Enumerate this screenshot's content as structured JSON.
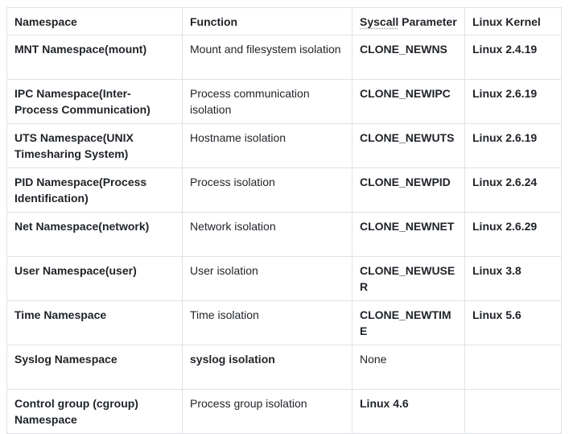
{
  "table": {
    "headers": {
      "namespace": "Namespace",
      "function": "Function",
      "syscall_word": "Syscall",
      "syscall_rest": " Parameter",
      "kernel": "Linux Kernel"
    },
    "rows": [
      {
        "namespace": "MNT Namespace(mount)",
        "function": "Mount and filesystem isolation",
        "syscall": "CLONE_NEWNS",
        "kernel": "Linux 2.4.19"
      },
      {
        "namespace": "IPC Namespace(Inter-Process Communication)",
        "function": "Process communication isolation",
        "syscall": "CLONE_NEWIPC",
        "kernel": "Linux 2.6.19"
      },
      {
        "namespace": "UTS Namespace(UNIX Timesharing System)",
        "function": "Hostname isolation",
        "syscall": "CLONE_NEWUTS",
        "kernel": "Linux 2.6.19"
      },
      {
        "namespace": "PID Namespace(Process Identification)",
        "function": "Process isolation",
        "syscall": "CLONE_NEWPID",
        "kernel": "Linux 2.6.24"
      },
      {
        "namespace": "Net Namespace(network)",
        "function": "Network isolation",
        "syscall": "CLONE_NEWNET",
        "kernel": "Linux 2.6.29"
      },
      {
        "namespace": "User Namespace(user)",
        "function": "User isolation",
        "syscall": "CLONE_NEWUSER",
        "kernel": "Linux 3.8"
      },
      {
        "namespace": "Time Namespace",
        "function": "Time isolation",
        "syscall": "CLONE_NEWTIME",
        "kernel": "Linux 5.6"
      },
      {
        "namespace": "Syslog Namespace",
        "function": "syslog isolation",
        "syscall": "None",
        "kernel": ""
      },
      {
        "namespace": "Control group (cgroup) Namespace",
        "function": "Process group isolation",
        "syscall": "Linux 4.6",
        "kernel": ""
      }
    ]
  }
}
